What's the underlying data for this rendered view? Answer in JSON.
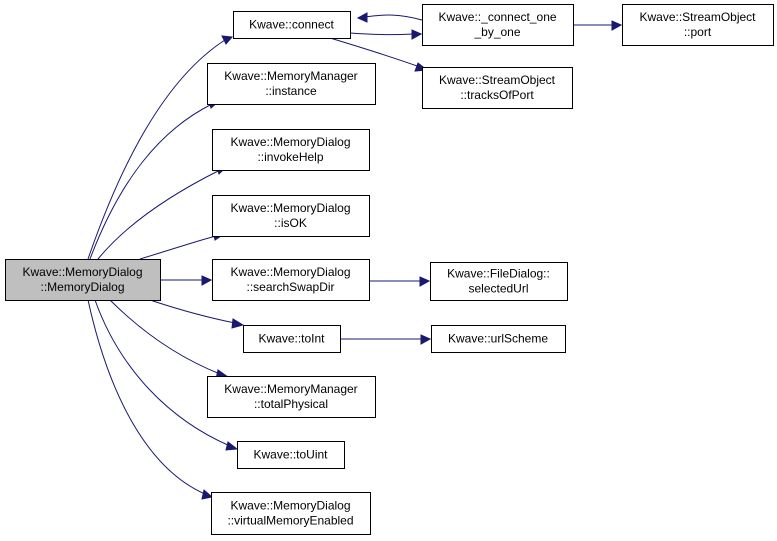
{
  "colors": {
    "node_fill": "#ffffff",
    "root_fill": "#bfbfbf",
    "node_stroke": "#000000",
    "edge": "#191970"
  },
  "nodes": [
    {
      "id": "root",
      "lines": [
        "Kwave::MemoryDialog",
        "::MemoryDialog"
      ],
      "highlight": true
    },
    {
      "id": "connect",
      "lines": [
        "Kwave::connect"
      ]
    },
    {
      "id": "connect-one",
      "lines": [
        "Kwave::_connect_one",
        "_by_one"
      ]
    },
    {
      "id": "stream-port",
      "lines": [
        "Kwave::StreamObject",
        "::port"
      ]
    },
    {
      "id": "stream-tracks",
      "lines": [
        "Kwave::StreamObject",
        "::tracksOfPort"
      ]
    },
    {
      "id": "mm-instance",
      "lines": [
        "Kwave::MemoryManager",
        "::instance"
      ]
    },
    {
      "id": "invoke-help",
      "lines": [
        "Kwave::MemoryDialog",
        "::invokeHelp"
      ]
    },
    {
      "id": "is-ok",
      "lines": [
        "Kwave::MemoryDialog",
        "::isOK"
      ]
    },
    {
      "id": "search-swap",
      "lines": [
        "Kwave::MemoryDialog",
        "::searchSwapDir"
      ]
    },
    {
      "id": "selected-url",
      "lines": [
        "Kwave::FileDialog::",
        "selectedUrl"
      ]
    },
    {
      "id": "to-int",
      "lines": [
        "Kwave::toInt"
      ]
    },
    {
      "id": "url-scheme",
      "lines": [
        "Kwave::urlScheme"
      ]
    },
    {
      "id": "total-physical",
      "lines": [
        "Kwave::MemoryManager",
        "::totalPhysical"
      ]
    },
    {
      "id": "to-uint",
      "lines": [
        "Kwave::toUint"
      ]
    },
    {
      "id": "virtual-memory",
      "lines": [
        "Kwave::MemoryDialog",
        "::virtualMemoryEnabled"
      ]
    }
  ],
  "edges": [
    {
      "from": "root",
      "to": "connect"
    },
    {
      "from": "root",
      "to": "mm-instance"
    },
    {
      "from": "root",
      "to": "invoke-help"
    },
    {
      "from": "root",
      "to": "is-ok"
    },
    {
      "from": "root",
      "to": "search-swap"
    },
    {
      "from": "root",
      "to": "to-int"
    },
    {
      "from": "root",
      "to": "total-physical"
    },
    {
      "from": "root",
      "to": "to-uint"
    },
    {
      "from": "root",
      "to": "virtual-memory"
    },
    {
      "from": "connect",
      "to": "connect-one"
    },
    {
      "from": "connect",
      "to": "stream-tracks"
    },
    {
      "from": "connect-one",
      "to": "connect"
    },
    {
      "from": "connect-one",
      "to": "stream-port"
    },
    {
      "from": "search-swap",
      "to": "selected-url"
    },
    {
      "from": "to-int",
      "to": "url-scheme"
    }
  ]
}
